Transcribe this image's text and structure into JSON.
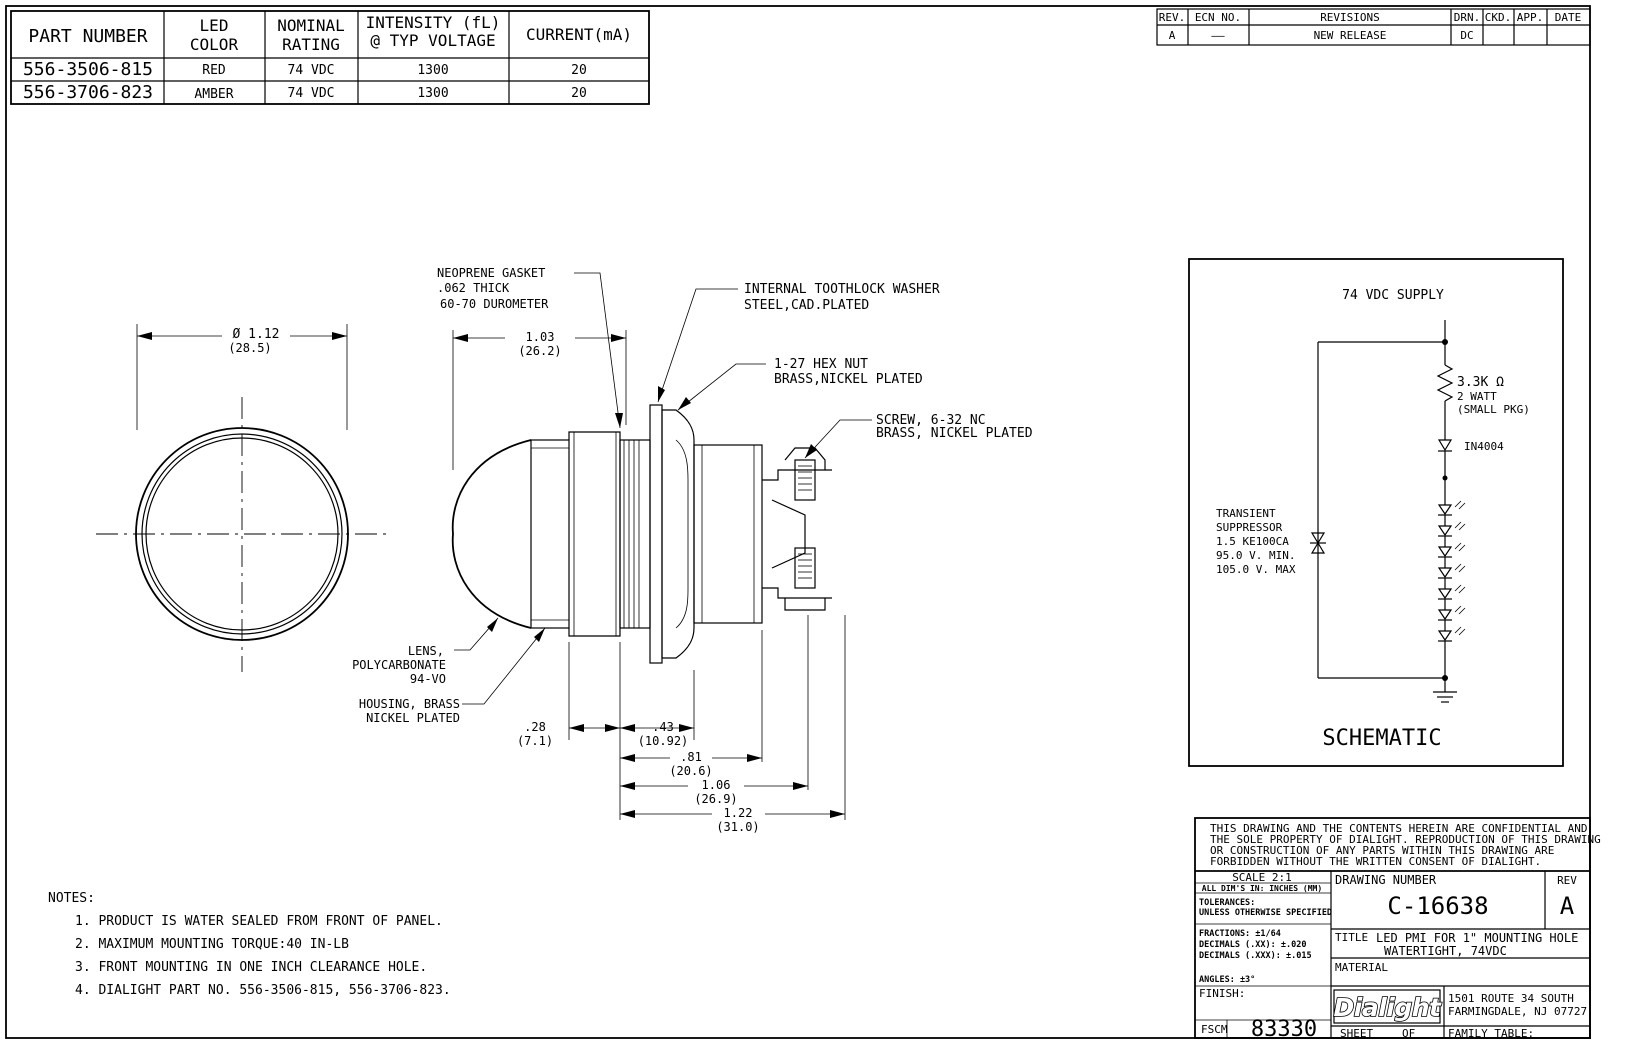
{
  "parts_table": {
    "headers": {
      "part_number": "PART NUMBER",
      "led_color_1": "LED",
      "led_color_2": "COLOR",
      "nominal_1": "NOMINAL",
      "nominal_2": "RATING",
      "intensity_1": "INTENSITY (fL)",
      "intensity_2": "@ TYP VOLTAGE",
      "current": "CURRENT(mA)"
    },
    "rows": [
      {
        "part": "556-3506-815",
        "color": "RED",
        "rating": "74 VDC",
        "intensity": "1300",
        "current": "20"
      },
      {
        "part": "556-3706-823",
        "color": "AMBER",
        "rating": "74 VDC",
        "intensity": "1300",
        "current": "20"
      }
    ]
  },
  "revisions": {
    "headers": {
      "rev": "REV.",
      "ecn": "ECN NO.",
      "revisions": "REVISIONS",
      "drn": "DRN.",
      "ckd": "CKD.",
      "app": "APP.",
      "date": "DATE"
    },
    "row": {
      "rev": "A",
      "ecn": "——",
      "description": "NEW RELEASE",
      "drn": "DC",
      "ckd": "",
      "app": "",
      "date": ""
    }
  },
  "drawing": {
    "front_dim": "Ø 1.12",
    "front_dim_mm": "(28.5)",
    "overall_dim": "1.03",
    "overall_dim_mm": "(26.2)",
    "gasket_1": "NEOPRENE GASKET",
    "gasket_2": ".062 THICK",
    "gasket_3": "60-70 DUROMETER",
    "washer_1": "INTERNAL TOOTHLOCK WASHER",
    "washer_2": "STEEL,CAD.PLATED",
    "nut_1": "1-27 HEX NUT",
    "nut_2": "BRASS,NICKEL PLATED",
    "screw_1": "SCREW, 6-32 NC",
    "screw_2": "BRASS, NICKEL PLATED",
    "lens_1": "LENS,",
    "lens_2": "POLYCARBONATE",
    "lens_3": "94-VO",
    "housing_1": "HOUSING, BRASS",
    "housing_2": "NICKEL PLATED",
    "d028": ".28",
    "d028_mm": "(7.1)",
    "d043": ".43",
    "d043_mm": "(10.92)",
    "d081": ".81",
    "d081_mm": "(20.6)",
    "d106": "1.06",
    "d106_mm": "(26.9)",
    "d122": "1.22",
    "d122_mm": "(31.0)"
  },
  "schematic": {
    "supply": "74 VDC SUPPLY",
    "resistor_1": "3.3K Ω",
    "resistor_2": "2 WATT",
    "resistor_3": "(SMALL PKG)",
    "diode": "IN4004",
    "suppressor_1": "TRANSIENT",
    "suppressor_2": "SUPPRESSOR",
    "suppressor_3": "1.5 KE100CA",
    "suppressor_4": "95.0 V. MIN.",
    "suppressor_5": "105.0 V. MAX",
    "title": "SCHEMATIC"
  },
  "notes": {
    "heading": "NOTES:",
    "items": [
      "1. PRODUCT IS WATER SEALED FROM FRONT OF PANEL.",
      "2. MAXIMUM MOUNTING TORQUE:40 IN-LB",
      "3. FRONT MOUNTING IN ONE INCH CLEARANCE HOLE.",
      "4. DIALIGHT PART NO. 556-3506-815, 556-3706-823."
    ]
  },
  "title_block": {
    "confidential": [
      "THIS DRAWING AND THE CONTENTS HEREIN ARE CONFIDENTIAL AND",
      "THE SOLE PROPERTY OF DIALIGHT.  REPRODUCTION OF THIS DRAWING",
      "OR CONSTRUCTION OF ANY PARTS WITHIN THIS DRAWING ARE",
      "FORBIDDEN WITHOUT THE WRITTEN CONSENT OF DIALIGHT."
    ],
    "scale": "SCALE 2:1",
    "dims": "ALL DIM'S IN: INCHES (MM)",
    "tolerances_1": "TOLERANCES:",
    "tolerances_2": "UNLESS OTHERWISE SPECIFIED",
    "fractions": "FRACTIONS: ±1/64",
    "decimals_2": "DECIMALS (.XX): ±.020",
    "decimals_3": "DECIMALS (.XXX): ±.015",
    "angles": "ANGLES: ±3°",
    "finish": "FINISH:",
    "fscm_label": "FSCM",
    "fscm_value": "83330",
    "drawing_number_label": "DRAWING NUMBER",
    "drawing_number": "C-16638",
    "rev_label": "REV",
    "rev_value": "A",
    "title_label": "TITLE",
    "title_1": "LED PMI FOR 1\" MOUNTING HOLE",
    "title_2": "WATERTIGHT, 74VDC",
    "material_label": "MATERIAL",
    "logo": "Dialight",
    "address_1": "1501 ROUTE 34 SOUTH",
    "address_2": "FARMINGDALE, NJ 07727",
    "sheet_label": "SHEET",
    "of_label": "OF",
    "family_label": "FAMILY TABLE:"
  }
}
